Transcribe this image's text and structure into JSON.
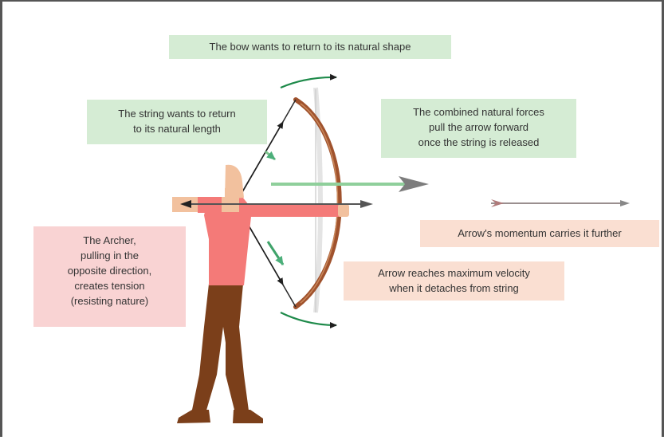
{
  "labels": {
    "bow_shape": "The bow wants to return to its natural shape",
    "string_length": "The string wants to return\nto its natural length",
    "combined_forces": "The combined natural forces\npull the arrow forward\nonce the string is released",
    "archer": "The Archer,\npulling in the\nopposite direction,\ncreates tension\n(resisting nature)",
    "max_velocity": "Arrow reaches maximum velocity\nwhen it detaches from string",
    "momentum": "Arrow's momentum carries it further"
  },
  "colors": {
    "green_box": "#d5ecd4",
    "pink_box": "#f9d3d3",
    "peach_box": "#fadfd2",
    "arrow_green": "#8fcf9b",
    "bow_brown": "#a0522d",
    "skin": "#f2c19e",
    "shirt": "#f47a78",
    "pants": "#7b3f1a"
  }
}
